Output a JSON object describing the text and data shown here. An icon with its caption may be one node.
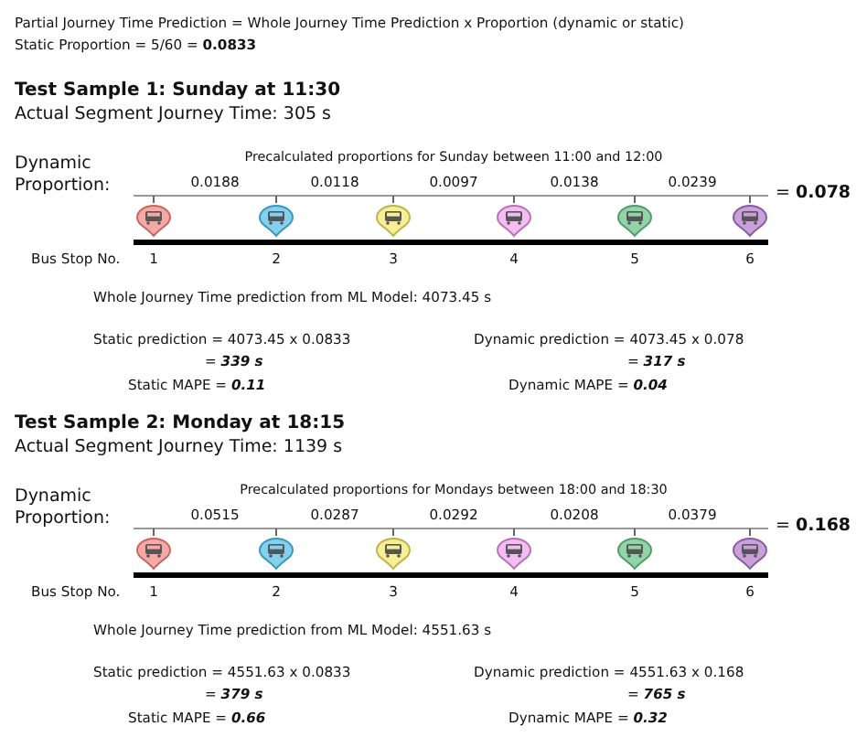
{
  "diagram": {
    "labels": [
      "Partial Journey Time Prediction = Whole Journey Time Prediction x Proportion (dynamic or static)",
      "Static Proportion = 5/60 = **0.0833**",
      "Test Sample 1:  Sunday at  11:30",
      "Actual Segment Journey Time: 305 s",
      "Dynamic Proportion:",
      "Precalculated proportions for Sunday between 11:00 and 12:00",
      "0.0188",
      "0.0118",
      "0.0097",
      "0.0138",
      "0.0239",
      "= **0.078**",
      "Bus Stop No.",
      "1",
      "2",
      "3",
      "4",
      "5",
      "6",
      "Whole Journey Time prediction from ML Model:  4073.45 s",
      "Static prediction = 4073.45 x 0.0833",
      "Dynamic prediction = 4073.45 x 0.078",
      "= **339 s**",
      "= **317 s**",
      "Static MAPE = **0.11**",
      "Dynamic MAPE = **0.04**",
      "Test Sample 2:  Monday at  18:15",
      "Actual Segment Journey Time: 1139 s",
      "Dynamic Proportion:",
      "Precalculated proportions for Mondays between 18:00 and 18:30",
      "0.0515",
      "0.0287",
      "0.0292",
      "0.0208",
      "0.0379",
      "= **0.168**",
      "Bus Stop No.",
      "1",
      "2",
      "3",
      "4",
      "5",
      "6",
      "Whole Journey Time prediction from ML Model:  4551.63 s",
      "Static prediction = 4551.63 x 0.0833",
      "Dynamic prediction = 4551.63 x 0.168",
      "= **379 s**",
      "= **765 s**",
      "Static MAPE = **0.66**",
      "Dynamic MAPE = **0.32**"
    ]
  }
}
